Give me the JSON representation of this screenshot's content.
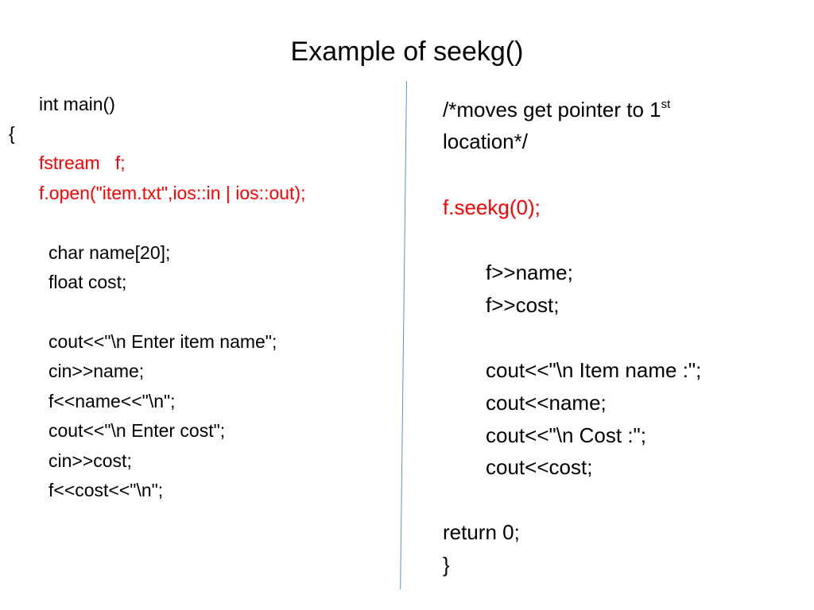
{
  "slide": {
    "title": "Example of seekg()",
    "colors": {
      "text": "#000000",
      "highlight": "#ff0000",
      "divider": "#5b8fd0"
    },
    "left_code": {
      "main_decl": "int main()",
      "open_brace": "{",
      "fstream_decl": "fstream   f;",
      "open_call": "f.open(\"item.txt\",ios::in | ios::out);",
      "char_decl": "char name[20];",
      "float_decl": "float cost;",
      "prompt_name": "cout<<\"\\n Enter item name\";",
      "read_name": "cin>>name;",
      "write_name": "f<<name<<\"\\n\";",
      "prompt_cost": "cout<<\"\\n Enter cost\";",
      "read_cost": "cin>>cost;",
      "write_cost": "f<<cost<<\"\\n\";"
    },
    "right_code": {
      "comment_start": "/*moves get pointer to 1",
      "comment_sup": "st",
      "comment_end": "location*/",
      "seek_call": "f.seekg(0);",
      "extract_name": "f>>name;",
      "extract_cost": "f>>cost;",
      "print_item_label": "cout<<\"\\n Item name :\";",
      "print_name": "cout<<name;",
      "print_cost_label": "cout<<\"\\n Cost :\";",
      "print_cost": "cout<<cost;",
      "return_stmt": "return 0;",
      "close_brace": "}"
    }
  }
}
